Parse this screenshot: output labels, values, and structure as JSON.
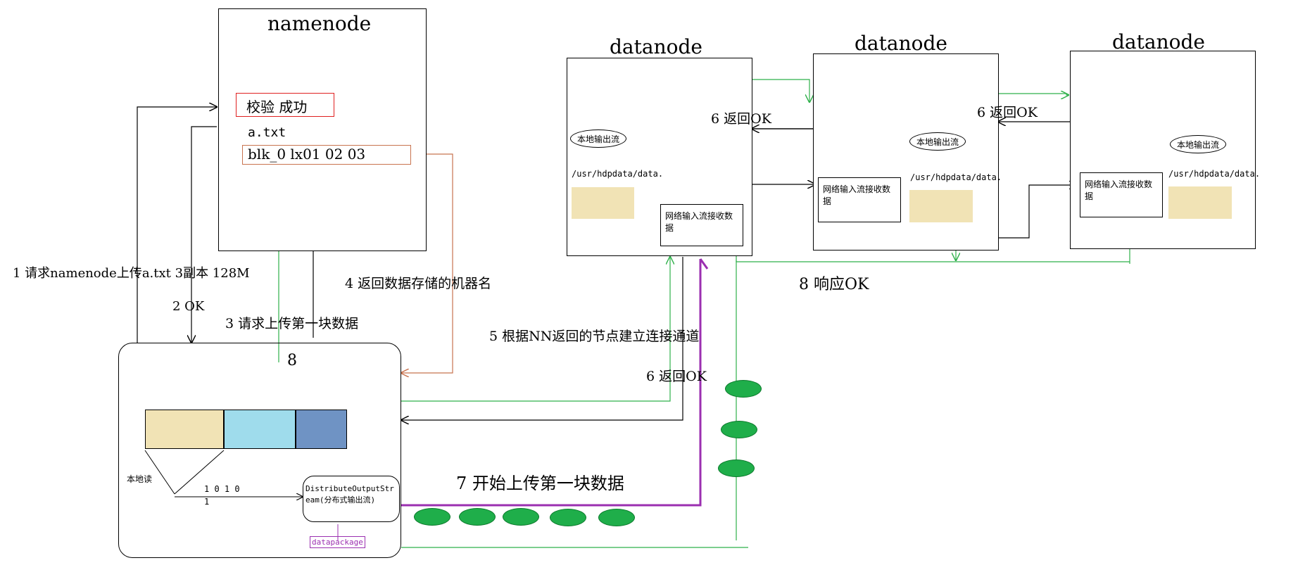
{
  "namenode": {
    "title": "namenode",
    "verify": "校验  成功",
    "file": "a.txt",
    "block": "blk_0    lx01  02 03"
  },
  "datanodes": [
    {
      "title": "datanode",
      "out_stream": "本地输出流",
      "path": "/usr/hdpdata/data.",
      "in_stream": "网络输入流接收数据"
    },
    {
      "title": "datanode",
      "out_stream": "本地输出流",
      "path": "/usr/hdpdata/data.",
      "in_stream": "网络输入流接收数据"
    },
    {
      "title": "datanode",
      "out_stream": "本地输出流",
      "path": "/usr/hdpdata/data.",
      "in_stream": "网络输入流接收数据"
    }
  ],
  "steps": {
    "s1": "1 请求namenode上传a.txt  3副本  128M",
    "s2": "2 OK",
    "s3": "3 请求上传第一块数据",
    "s4": "4 返回数据存储的机器名",
    "s5": "5 根据NN返回的节点建立连接通道",
    "s6a": "6 返回OK",
    "s6b": "6 返回OK",
    "s6c": "6 返回OK",
    "s7": "7 开始上传第一块数据",
    "s8": "8 响应OK"
  },
  "client": {
    "badge": "8",
    "local_read": "本地读",
    "bits": "1 0 1 0",
    "bit2": "1",
    "stream": "DistributeOutputStream(分布式输出流)",
    "datapackage": "datapackage"
  },
  "colors": {
    "green": "#2fb04a",
    "orange": "#c8734f",
    "purple": "#9b2fb0",
    "red": "#e02020",
    "packet": "#1fae4a"
  }
}
